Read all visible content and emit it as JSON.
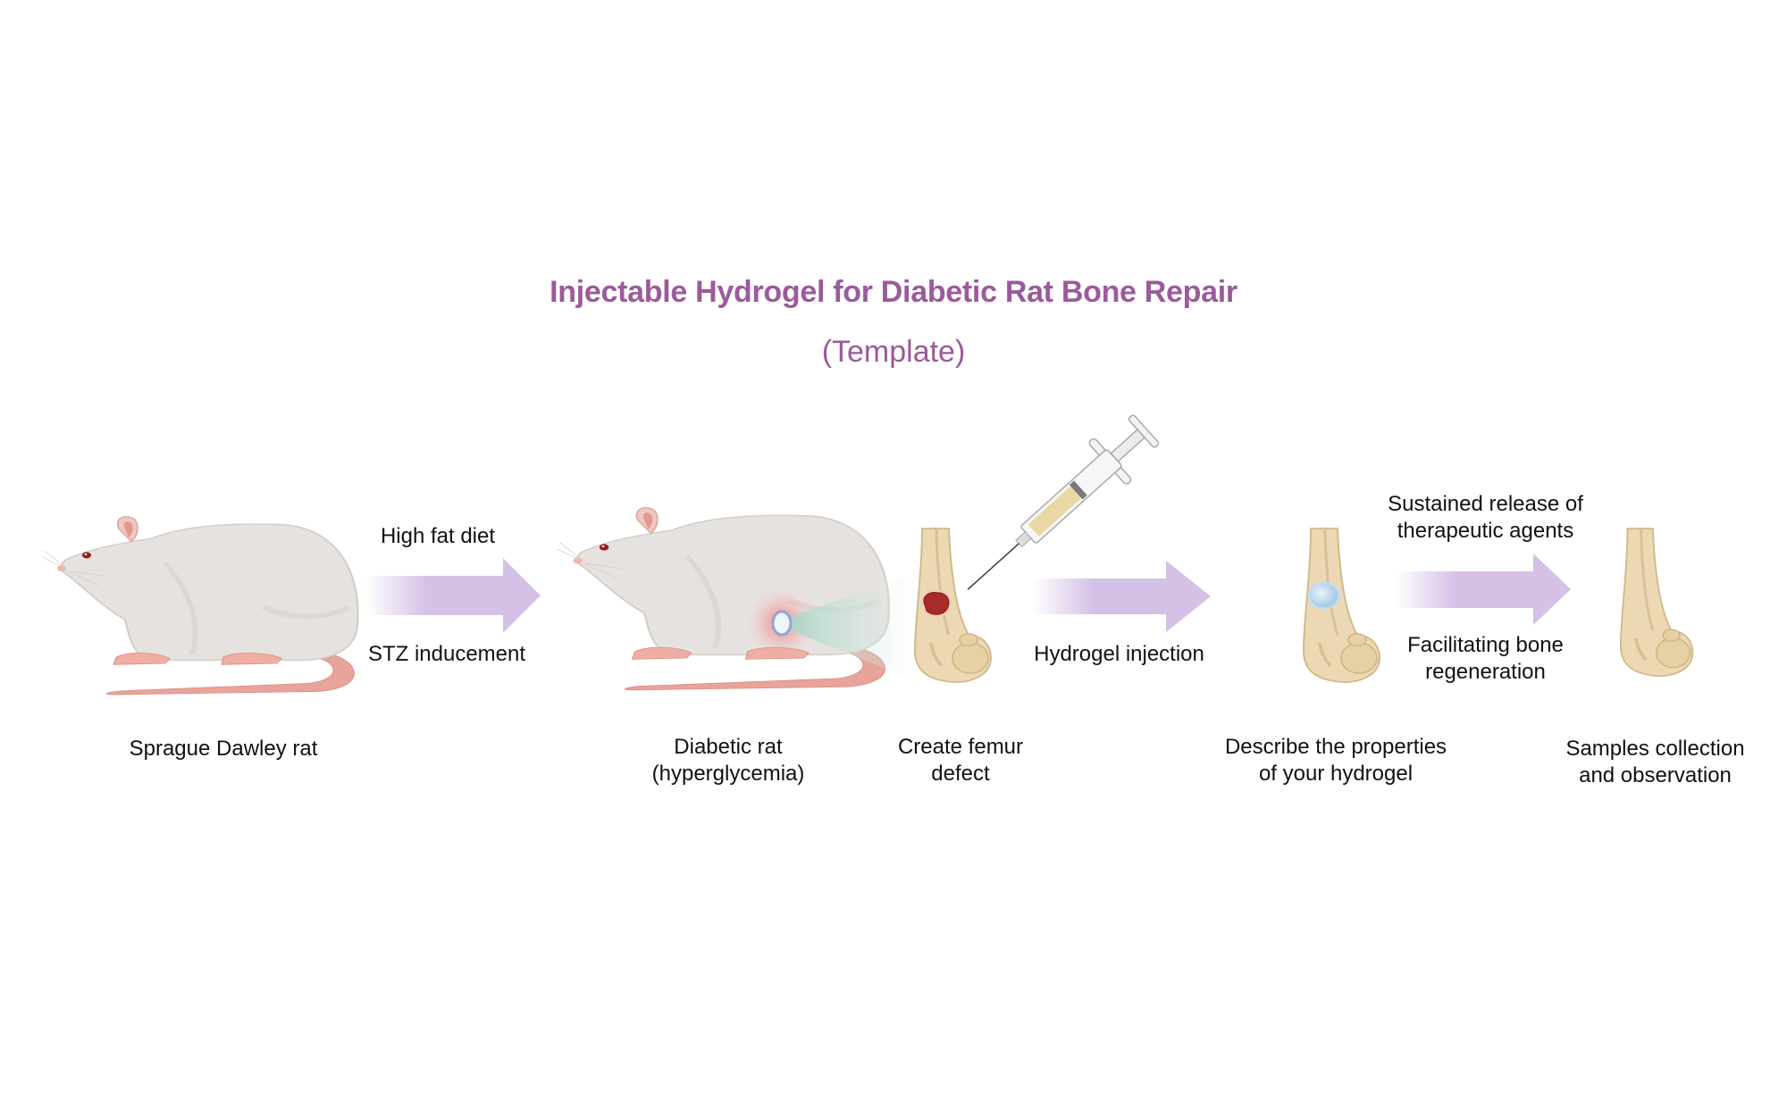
{
  "figure": {
    "title": "Injectable Hydrogel for Diabetic Rat Bone Repair",
    "subtitle": "(Template)",
    "accent_color": "#9b5a9b",
    "arrow_color": "#d5c0e6"
  },
  "steps": [
    {
      "id": "rat",
      "icon": "rat-icon",
      "label": "Sprague Dawley rat"
    },
    {
      "id": "diabetic-rat",
      "icon": "rat-icon",
      "label_line1": "Diabetic rat",
      "label_line2": "(hyperglycemia)"
    },
    {
      "id": "defect",
      "icon": "femur-defect-icon",
      "label_line1": "Create femur",
      "label_line2": "defect"
    },
    {
      "id": "hydrogel",
      "icon": "femur-hydrogel-icon",
      "label_line1": "Describe the properties",
      "label_line2": "of your hydrogel"
    },
    {
      "id": "samples",
      "icon": "femur-icon",
      "label_line1": "Samples collection",
      "label_line2": "and observation"
    }
  ],
  "arrows": [
    {
      "above": "High fat diet",
      "below": "STZ inducement"
    },
    {
      "below": "Hydrogel injection"
    },
    {
      "above_line1": "Sustained release of",
      "above_line2": "therapeutic agents",
      "below_line1": "Facilitating bone",
      "below_line2": "regeneration"
    }
  ]
}
